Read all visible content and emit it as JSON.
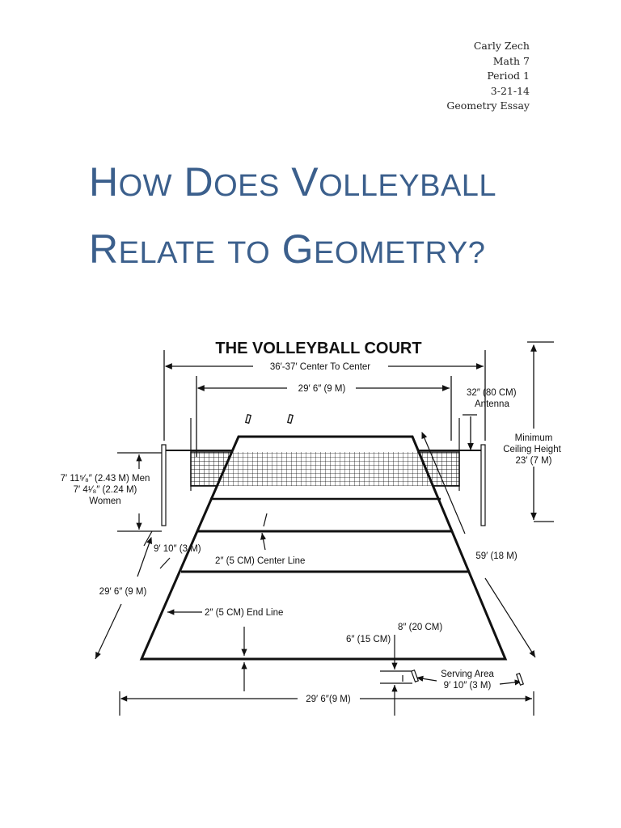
{
  "header": {
    "name": "Carly Zech",
    "class": "Math 7",
    "period": "Period 1",
    "date": "3-21-14",
    "assignment": "Geometry Essay"
  },
  "title": {
    "line1": [
      {
        "cap": "H",
        "rest": "ow"
      },
      {
        "cap": "D",
        "rest": "oes"
      },
      {
        "cap": "V",
        "rest": "olleyball"
      }
    ],
    "line2": [
      {
        "cap": "R",
        "rest": "elate"
      },
      {
        "cap": "",
        "rest": "to"
      },
      {
        "cap": "G",
        "rest": "eometry?"
      }
    ]
  },
  "diagram": {
    "title": "THE VOLLEYBALL COURT",
    "labels": {
      "center_to_center": "36′-37′ Center To Center",
      "net_width": "29′ 6″ (9 M)",
      "antenna_size": "32″ (80 CM)",
      "antenna": "Antenna",
      "ceiling_1": "Minimum",
      "ceiling_2": "Ceiling Height",
      "ceiling_3": "23′ (7 M)",
      "net_men": "7′ 11⁵⁄₈″ (2.43 M) Men",
      "net_women_1": "7′ 4¹⁄₈″ (2.24 M)",
      "net_women_2": "Women",
      "attack_zone": "9′ 10″ (3 M)",
      "center_line": "2″ (5 CM) Center Line",
      "court_length": "59′ (18 M)",
      "half_length": "29′ 6″ (9 M)",
      "end_line": "2″ (5 CM) End Line",
      "clear_8": "8″ (20 CM)",
      "clear_6": "6″ (15 CM)",
      "serving_1": "Serving Area",
      "serving_2": "9′ 10″ (3 M)",
      "court_width": "29′ 6″(9 M)"
    }
  }
}
